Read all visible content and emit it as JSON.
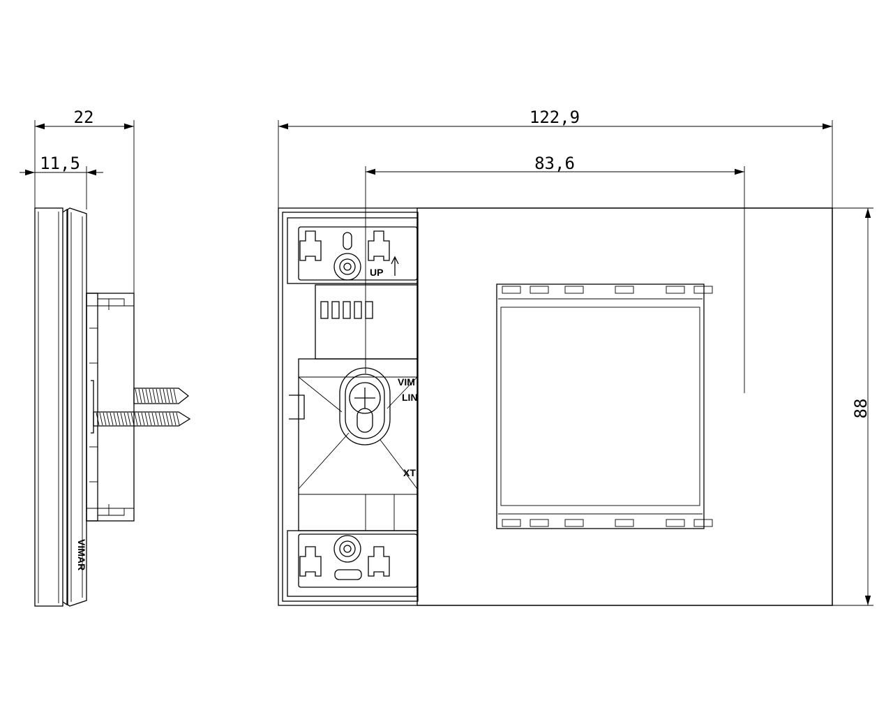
{
  "dimensions": {
    "side_depth": "22",
    "side_plate": "11,5",
    "total_width": "122,9",
    "inner_width": "83,6",
    "height": "88"
  },
  "labels": {
    "up_marker": "UP",
    "brand_top": "VIM",
    "brand_bottom": "LIN",
    "code": "XT",
    "side_brand": "VIMAR"
  },
  "colors": {
    "line": "#000000",
    "background": "#ffffff"
  }
}
